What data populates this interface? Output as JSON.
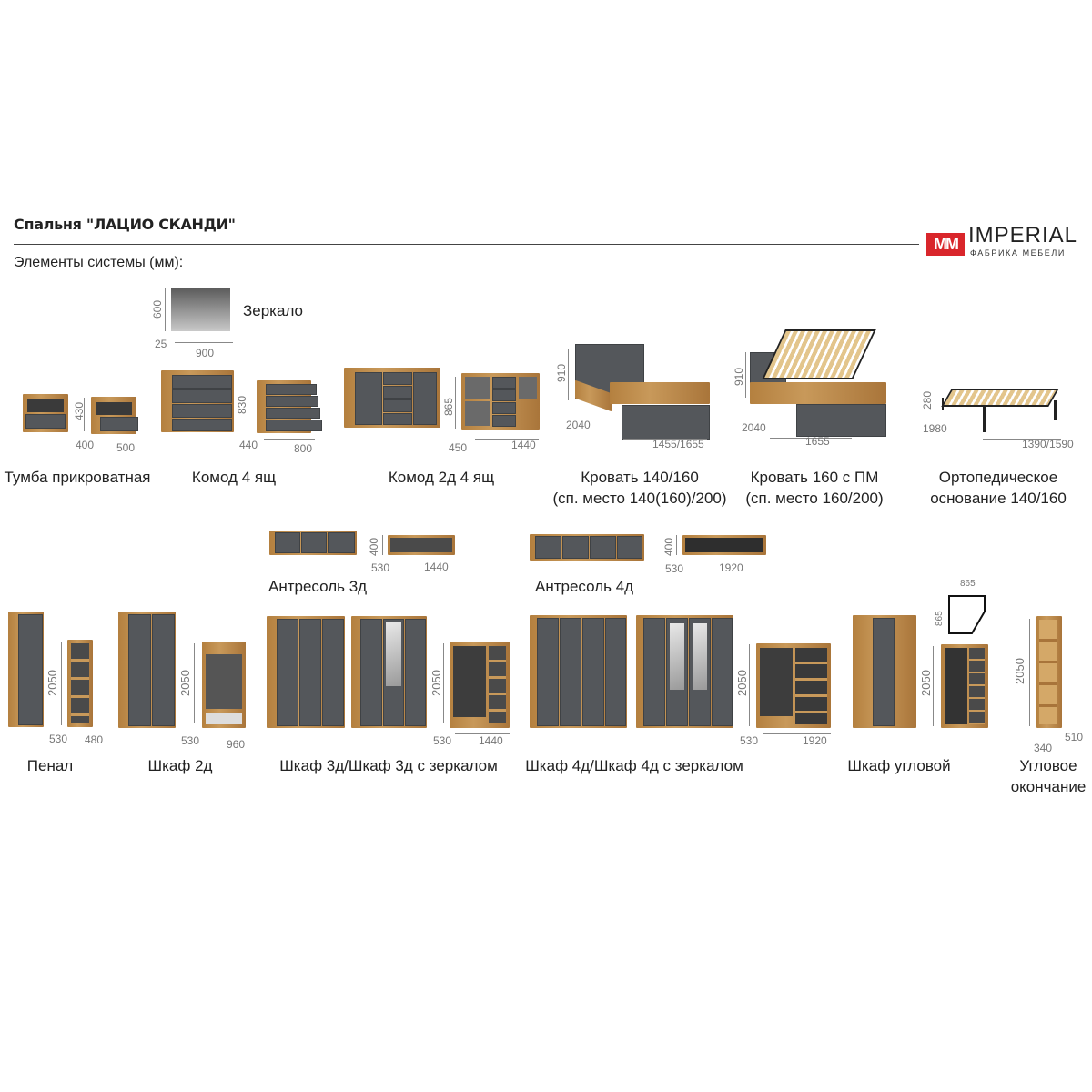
{
  "header": {
    "title": "Спальня \"ЛАЦИО СКАНДИ\"",
    "subtitle": "Элементы системы (мм):",
    "brand": {
      "mark": "MM",
      "name": "IMPERIAL",
      "tagline": "ФАБРИКА МЕБЕЛИ",
      "color": "#d9262b"
    }
  },
  "items": {
    "mirror": {
      "label": "Зеркало",
      "dims": {
        "h": "600",
        "d": "25",
        "w": "900"
      }
    },
    "nightstand": {
      "label": "Тумба прикроватная",
      "dims": {
        "h": "430",
        "d": "400",
        "w": "500"
      }
    },
    "dresser4": {
      "label": "Комод 4 ящ",
      "dims": {
        "h": "830",
        "d": "440",
        "w": "800"
      }
    },
    "dresser2d4": {
      "label": "Комод 2д 4 ящ",
      "dims": {
        "h": "865",
        "d": "450",
        "w": "1440"
      }
    },
    "bed140": {
      "label": "Кровать 140/160",
      "label2": "(сп. место 140(160)/200)",
      "dims": {
        "h": "910",
        "d": "2040",
        "w": "1455/1655"
      }
    },
    "bed160pm": {
      "label": "Кровать 160 с ПМ",
      "label2": "(сп. место 160/200)",
      "dims": {
        "h": "910",
        "d": "2040",
        "w": "1655"
      }
    },
    "base": {
      "label": "Ортопедическое",
      "label2": "основание 140/160",
      "dims": {
        "h": "280",
        "d": "1980",
        "w": "1390/1590"
      }
    },
    "mezz3": {
      "label": "Антресоль 3д",
      "dims": {
        "h": "400",
        "d": "530",
        "w": "1440"
      }
    },
    "mezz4": {
      "label": "Антресоль 4д",
      "dims": {
        "h": "400",
        "d": "530",
        "w": "1920"
      }
    },
    "penal": {
      "label": "Пенал",
      "dims": {
        "h": "2050",
        "d": "530",
        "w": "480"
      }
    },
    "wardrobe2": {
      "label": "Шкаф 2д",
      "dims": {
        "h": "2050",
        "d": "530",
        "w": "960"
      }
    },
    "wardrobe3": {
      "label": "Шкаф 3д/Шкаф 3д с зеркалом",
      "dims": {
        "h": "2050",
        "d": "530",
        "w": "1440"
      }
    },
    "wardrobe4": {
      "label": "Шкаф 4д/Шкаф 4д с зеркалом",
      "dims": {
        "h": "2050",
        "d": "530",
        "w": "1920"
      }
    },
    "corner": {
      "label": "Шкаф угловой",
      "dims": {
        "h": "2050",
        "plan_w": "865",
        "plan_d": "865"
      }
    },
    "cornerend": {
      "label": "Угловое",
      "label2": "окончание",
      "dims": {
        "h": "2050",
        "d": "340",
        "w": "510"
      }
    }
  }
}
